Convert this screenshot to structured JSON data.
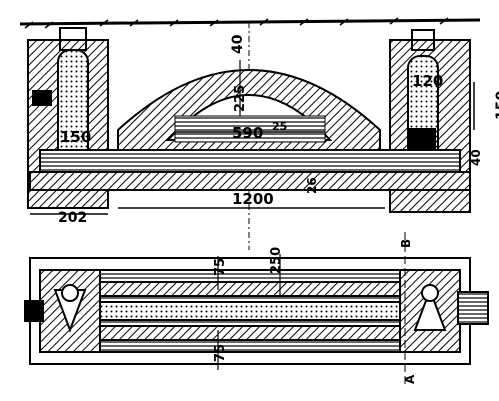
{
  "labels": {
    "arch_thickness": "40",
    "arch_rise": "225",
    "inner_width": "590",
    "outer_width": "1200",
    "left_pier_height": "150",
    "right_pier_height": "120",
    "right_side_height": "150",
    "right_small": "40",
    "left_base": "202",
    "small_dim": "26",
    "center_small": "25",
    "plan_top_75": "75",
    "plan_top_250": "250",
    "plan_bottom_75": "75",
    "section_a": "A",
    "section_b": "B"
  }
}
